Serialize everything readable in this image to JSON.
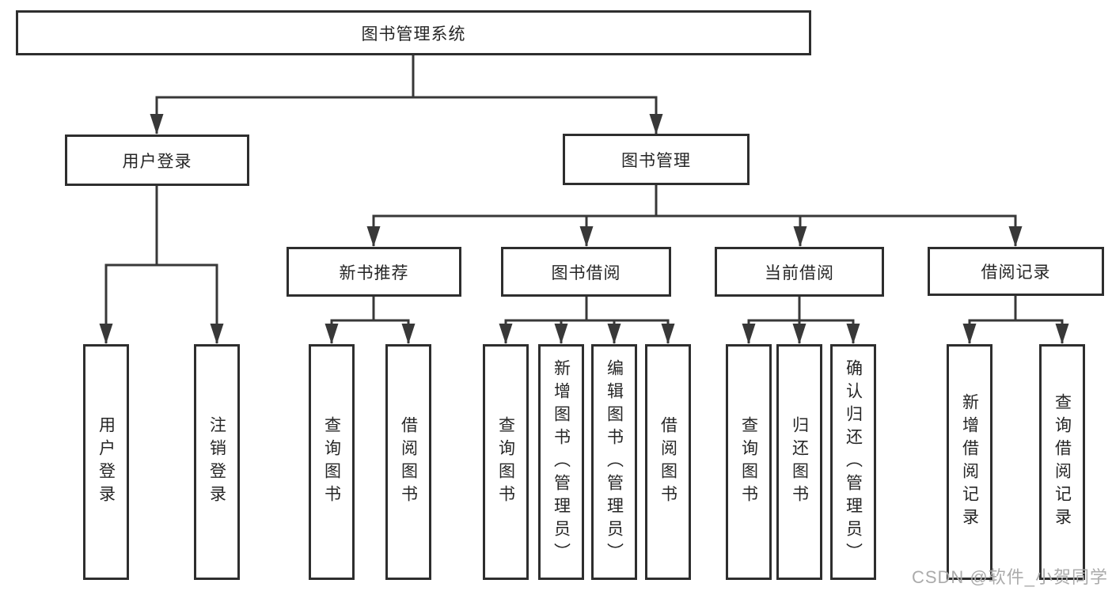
{
  "diagram_type": "hierarchy-tree",
  "colors": {
    "line": "#383838",
    "box_border": "#2e2e2e",
    "box_text": "#262626",
    "background": "#ffffff",
    "watermark": "#ababab"
  },
  "tree": {
    "label": "图书管理系统",
    "children": [
      {
        "label": "用户登录",
        "children": [
          {
            "label": "用户登录"
          },
          {
            "label": "注销登录"
          }
        ]
      },
      {
        "label": "图书管理",
        "children": [
          {
            "label": "新书推荐",
            "children": [
              {
                "label": "查询图书"
              },
              {
                "label": "借阅图书"
              }
            ]
          },
          {
            "label": "图书借阅",
            "children": [
              {
                "label": "查询图书"
              },
              {
                "label": "新增图书（管理员）"
              },
              {
                "label": "编辑图书（管理员）"
              },
              {
                "label": "借阅图书"
              }
            ]
          },
          {
            "label": "当前借阅",
            "children": [
              {
                "label": "查询图书"
              },
              {
                "label": "归还图书"
              },
              {
                "label": "确认归还（管理员）"
              }
            ]
          },
          {
            "label": "借阅记录",
            "children": [
              {
                "label": "新增借阅记录"
              },
              {
                "label": "查询借阅记录"
              }
            ]
          }
        ]
      }
    ]
  },
  "watermark": {
    "text": "CSDN @软件_小贺同学"
  }
}
